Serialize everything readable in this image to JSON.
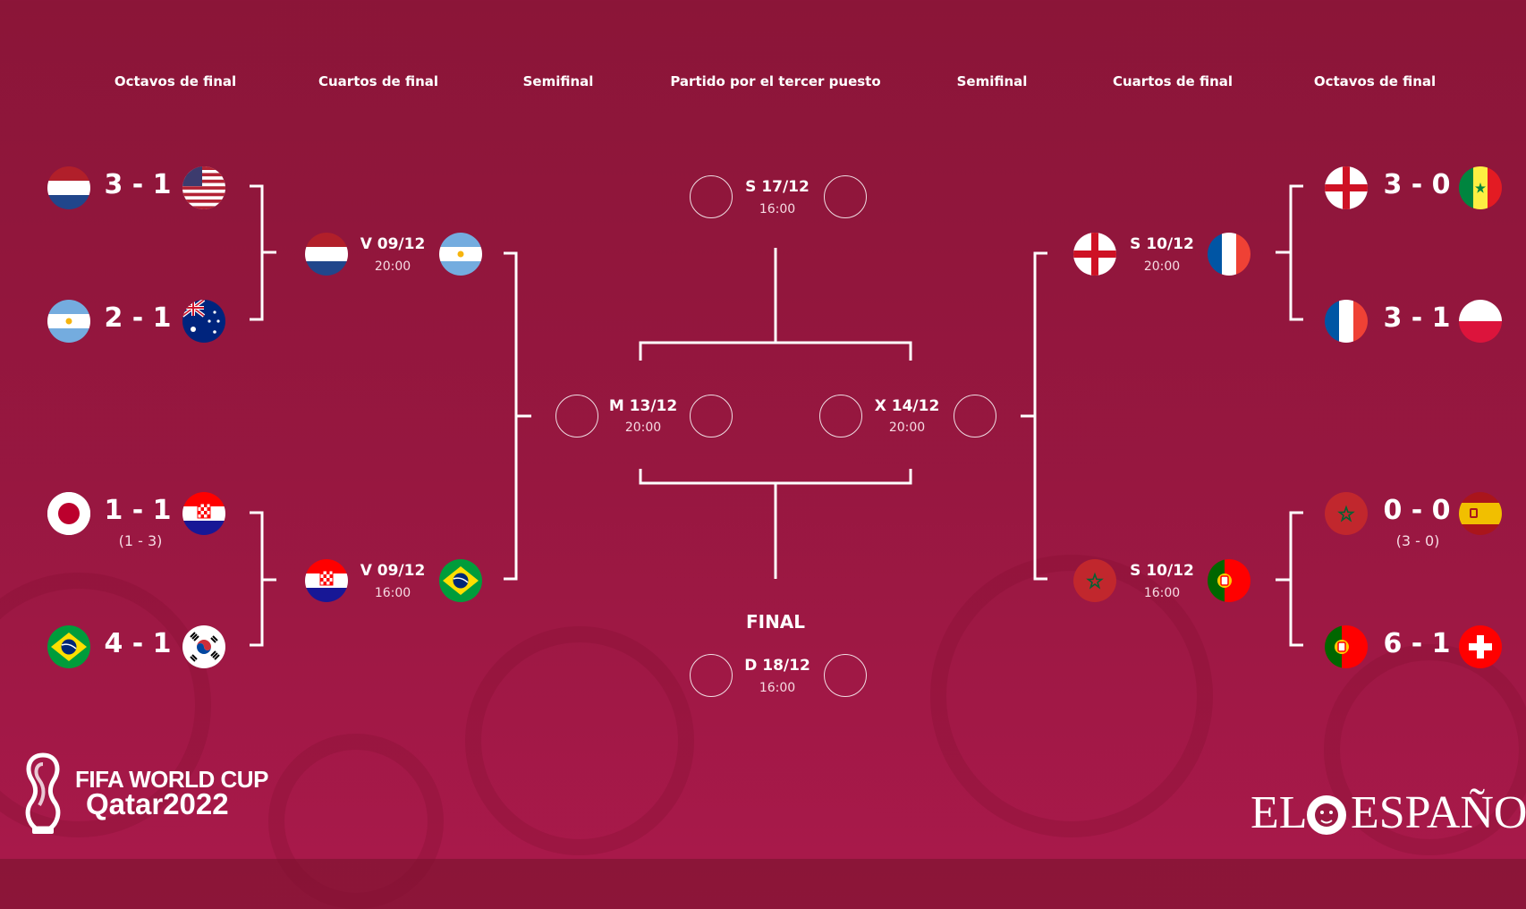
{
  "headers": {
    "left_r16": "Octavos de final",
    "left_qf": "Cuartos de final",
    "left_sf": "Semifinal",
    "third": "Partido por el tercer puesto",
    "right_sf": "Semifinal",
    "right_qf": "Cuartos de final",
    "right_r16": "Octavos de final"
  },
  "round_of_16": {
    "left": [
      {
        "home": "Netherlands",
        "away": "USA",
        "score": "3 - 1"
      },
      {
        "home": "Argentina",
        "away": "Australia",
        "score": "2 - 1"
      },
      {
        "home": "Japan",
        "away": "Croatia",
        "score": "1 - 1",
        "penalties": "(1 - 3)"
      },
      {
        "home": "Brazil",
        "away": "South Korea",
        "score": "4 - 1"
      }
    ],
    "right": [
      {
        "home": "England",
        "away": "Senegal",
        "score": "3 - 0"
      },
      {
        "home": "France",
        "away": "Poland",
        "score": "3 - 1"
      },
      {
        "home": "Morocco",
        "away": "Spain",
        "score": "0 - 0",
        "penalties": "(3 - 0)"
      },
      {
        "home": "Portugal",
        "away": "Switzerland",
        "score": "6 - 1"
      }
    ]
  },
  "quarter_finals": {
    "left": [
      {
        "home": "Netherlands",
        "away": "Argentina",
        "date": "V 09/12",
        "time": "20:00"
      },
      {
        "home": "Croatia",
        "away": "Brazil",
        "date": "V 09/12",
        "time": "16:00"
      }
    ],
    "right": [
      {
        "home": "England",
        "away": "France",
        "date": "S 10/12",
        "time": "20:00"
      },
      {
        "home": "Morocco",
        "away": "Portugal",
        "date": "S 10/12",
        "time": "16:00"
      }
    ]
  },
  "semi_finals": {
    "left": {
      "date": "M 13/12",
      "time": "20:00"
    },
    "right": {
      "date": "X 14/12",
      "time": "20:00"
    }
  },
  "third_place": {
    "date": "S 17/12",
    "time": "16:00"
  },
  "final": {
    "label": "FINAL",
    "date": "D 18/12",
    "time": "16:00"
  },
  "branding": {
    "fifa_line1": "FIFA WORLD CUP",
    "fifa_line2": "Qatar2022",
    "publisher_left": "EL",
    "publisher_right": "ESPAÑOL"
  },
  "colors": {
    "background": "#8b1538",
    "lines": "#ffffff"
  }
}
